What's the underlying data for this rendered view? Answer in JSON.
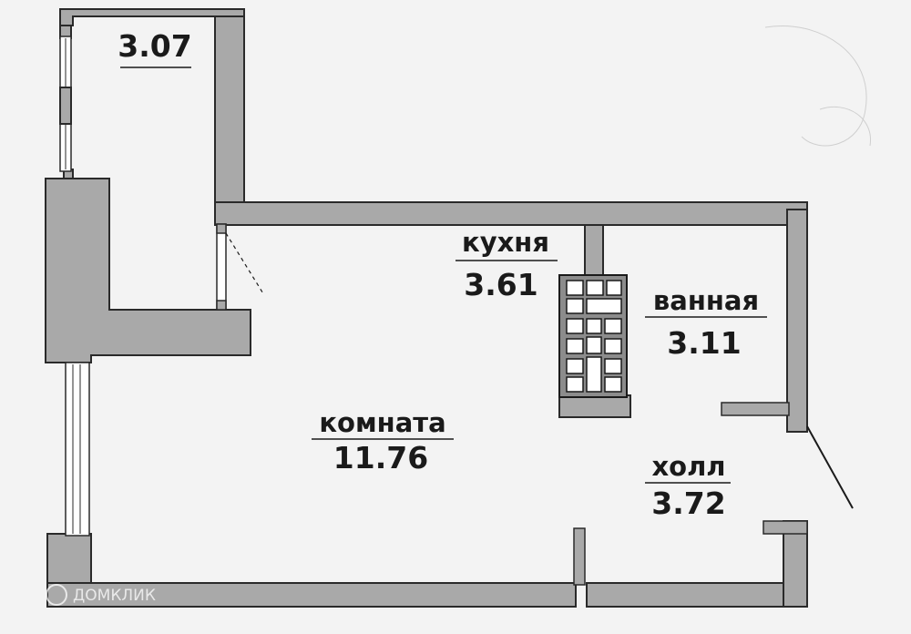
{
  "rooms": {
    "balcony": {
      "area": "3.07"
    },
    "kitchen": {
      "name": "кухня",
      "area": "3.61"
    },
    "bathroom": {
      "name": "ванная",
      "area": "3.11"
    },
    "room": {
      "name": "комната",
      "area": "11.76"
    },
    "hall": {
      "name": "холл",
      "area": "3.72"
    }
  },
  "watermark": {
    "text": "ДОМКЛИК"
  },
  "colors": {
    "wall": "#a9a9a9",
    "background": "#f3f3f3",
    "ink": "#1a1a1a"
  }
}
